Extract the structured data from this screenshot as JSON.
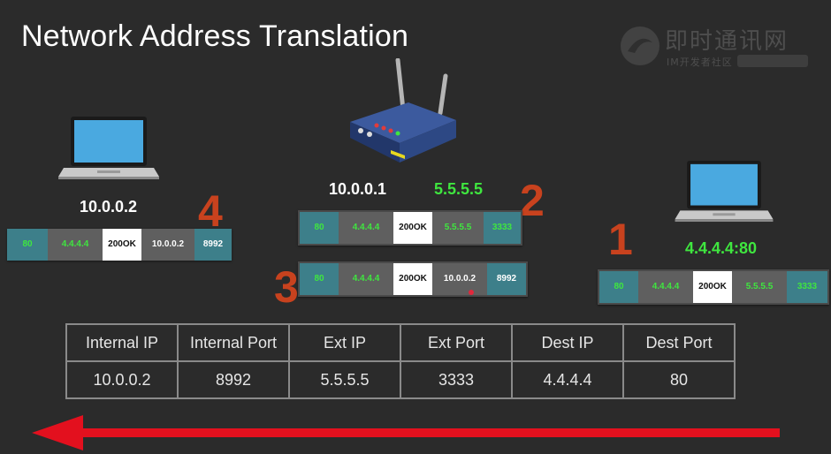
{
  "title": "Network Address Translation",
  "watermark": {
    "main": "即时通讯网",
    "sub": "IM开发者社区"
  },
  "left_host": {
    "ip": "10.0.0.2"
  },
  "router": {
    "internal_ip": "10.0.0.1",
    "external_ip": "5.5.5.5"
  },
  "right_host": {
    "address": "4.4.4.4:80"
  },
  "steps": [
    "1",
    "2",
    "3",
    "4"
  ],
  "packets": {
    "p1": [
      "80",
      "4.4.4.4",
      "200 OK",
      "5.5.5.5",
      "3333"
    ],
    "p2": [
      "80",
      "4.4.4.4",
      "200 OK",
      "5.5.5.5",
      "3333"
    ],
    "p3": [
      "80",
      "4.4.4.4",
      "200 OK",
      "10.0.0.2",
      "8992"
    ],
    "p4": [
      "80",
      "4.4.4.4",
      "200 OK",
      "10.0.0.2",
      "8992"
    ]
  },
  "nat_table": {
    "headers": [
      "Internal IP",
      "Internal Port",
      "Ext IP",
      "Ext Port",
      "Dest IP",
      "Dest Port"
    ],
    "row": [
      "10.0.0.2",
      "8992",
      "5.5.5.5",
      "3333",
      "4.4.4.4",
      "80"
    ]
  },
  "colors": {
    "background": "#2b2b2b",
    "step_number": "#c8421e",
    "highlight_green": "#3fe63f",
    "packet_teal": "#3d7f8a",
    "packet_gray": "#5f5f5f",
    "arrow_red": "#e3101e"
  },
  "arrow_direction": "right-to-left"
}
